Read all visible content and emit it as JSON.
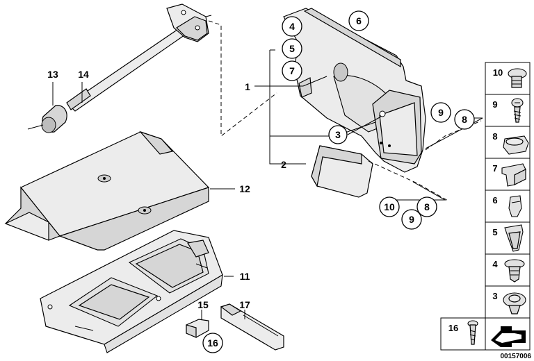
{
  "labels": {
    "n1": "1",
    "n2": "2",
    "n3": "3",
    "n4": "4",
    "n5": "5",
    "n6": "6",
    "n7": "7",
    "n8a": "8",
    "n9a": "9",
    "n8b": "8",
    "n9b": "9",
    "n10": "10",
    "n11": "11",
    "n12": "12",
    "n13": "13",
    "n14": "14",
    "n15": "15",
    "n16": "16",
    "n17": "17"
  },
  "legend": {
    "items": [
      {
        "num": "10",
        "icon": "expanding-rivet-icon"
      },
      {
        "num": "9",
        "icon": "screw-icon"
      },
      {
        "num": "8",
        "icon": "plug-icon"
      },
      {
        "num": "7",
        "icon": "retainer-clip-icon"
      },
      {
        "num": "6",
        "icon": "spring-nut-icon"
      },
      {
        "num": "5",
        "icon": "push-clip-icon"
      },
      {
        "num": "4",
        "icon": "mushroom-rivet-icon"
      },
      {
        "num": "3",
        "icon": "expanding-clip-icon"
      }
    ],
    "bottom_num": "16"
  },
  "reference": "00157006"
}
